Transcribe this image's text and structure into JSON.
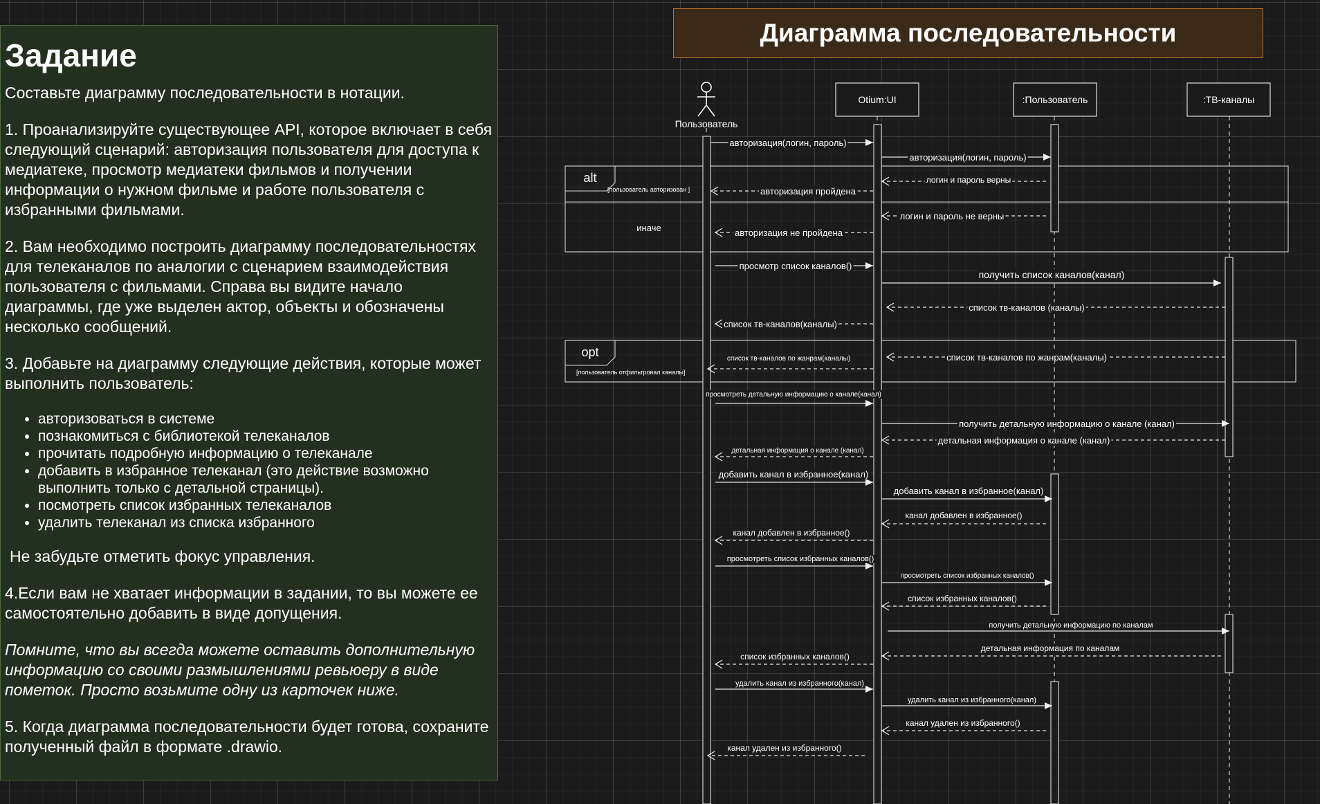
{
  "task": {
    "title": "Задание",
    "intro": "Составьте диаграмму последовательности в нотации.",
    "p1": "1. Проанализируйте существующее API, которое включает в себя следующий сценарий: авторизация пользователя для доступа к медиатеке, просмотр медиатеки фильмов и получении информации о нужном фильме и работе пользователя с избранными фильмами.",
    "p2": "2. Вам необходимо построить диаграмму последовательностях для телеканалов по аналогии с сценарием взаимодействия пользователя с фильмами. Справа вы видите начало диаграммы, где уже выделен актор, объекты и обозначены несколько сообщений.",
    "p3": "3. Добавьте на диаграмму следующие действия, которые может выполнить пользователь:",
    "list": [
      "авторизоваться в системе",
      "познакомиться с библиотекой телеканалов",
      "прочитать подробную информацию о телеканале",
      "добавить в избранное телеканал (это действие возможно выполнить только с детальной страницы).",
      "посмотреть список избранных телеканалов",
      "удалить телеканал из списка избранного"
    ],
    "focus": "Не забудьте отметить фокус управления.",
    "p4": "4.Если вам не хватает информации в задании, то вы можете ее самостоятельно добавить в виде допущения.",
    "remember": "Помните, что вы всегда можете оставить дополнительную информацию со своими размышлениями ревьюеру в виде пометок. Просто возьмите одну из карточек ниже.",
    "p5": "5. Когда диаграмма последовательности будет готова, сохраните полученный файл в формате .drawio."
  },
  "diagram": {
    "title": "Диаграмма последовательности",
    "actor": "Пользователь",
    "objects": [
      "Otium:UI",
      ":Пользователь",
      ":ТВ-каналы"
    ],
    "fragments": [
      {
        "op": "alt",
        "guard": "[пользователь авторизован ]",
        "else": "иначе"
      },
      {
        "op": "opt",
        "guard": "[пользователь отфильтровал каналы]"
      }
    ],
    "messages": [
      "авторизация(логин, пароль)",
      "авторизация(логин, пароль)",
      "логин и пароль верны",
      "авторизация пройдена",
      "логин и пароль не верны",
      "авторизация не пройдена",
      "просмотр список каналов()",
      "получить список каналов(канал)",
      "список тв-каналов (каналы)",
      "список тв-каналов(каналы)",
      "список тв-каналов по жанрам(каналы)",
      "список тв-каналов по жанрам(каналы)",
      "просмотреть детальную информацию о канале(канал)",
      "получить детальную информацию о канале (канал)",
      "детальная информация о канале (канал)",
      "детальная информация о канале (канал)",
      "добавить канал в избранное(канал)",
      "добавить канал в избранное(канал)",
      "канал добавлен в избранное()",
      "канал добавлен в избранное()",
      "просмотреть список избранных каналов()",
      "просмотреть список избранных каналов()",
      "список избранных каналов()",
      "получить детальную информацию по каналам",
      "детальная информация по каналам",
      "список избранных каналов()",
      "удалить канал из избранного(канал)",
      "удалить канал из избранного(канал)",
      "канал удален из избранного()",
      "канал удален из избранного()"
    ]
  }
}
